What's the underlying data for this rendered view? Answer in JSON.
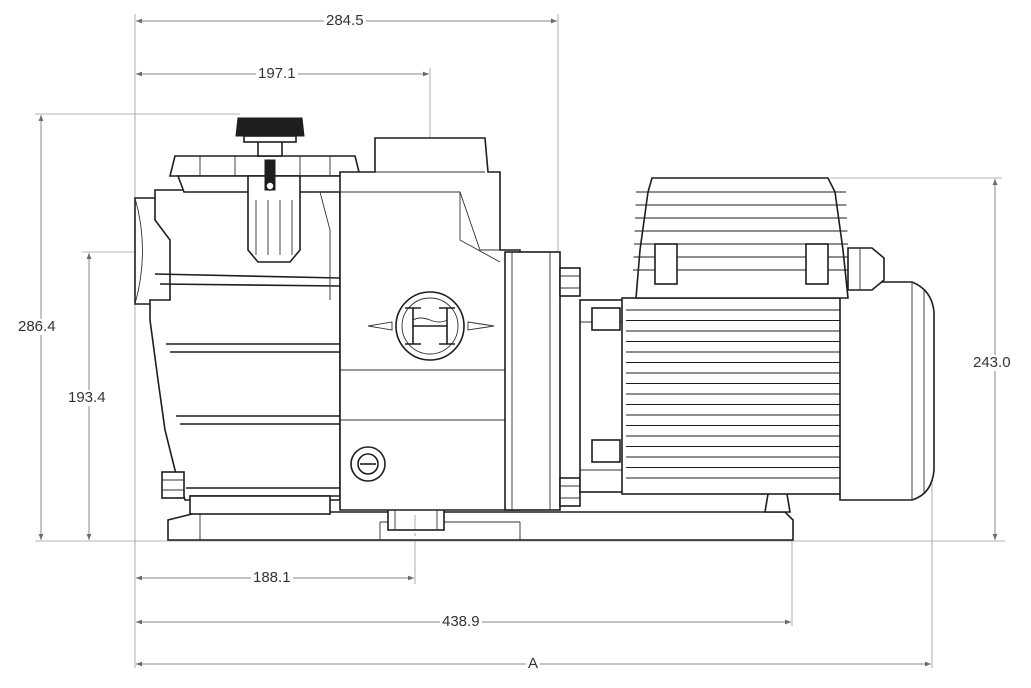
{
  "dimensions": {
    "top_width": "284.5",
    "top_offset": "197.1",
    "left_height": "286.4",
    "inlet_height": "193.4",
    "right_height": "243.0",
    "base_offset": "188.1",
    "base_length": "438.9",
    "overall_length": "A"
  },
  "logo": {
    "icon": "hayward-h-logo"
  },
  "colors": {
    "line": "#1e1e1e",
    "dimension": "#8a8a8a",
    "text": "#333333"
  }
}
